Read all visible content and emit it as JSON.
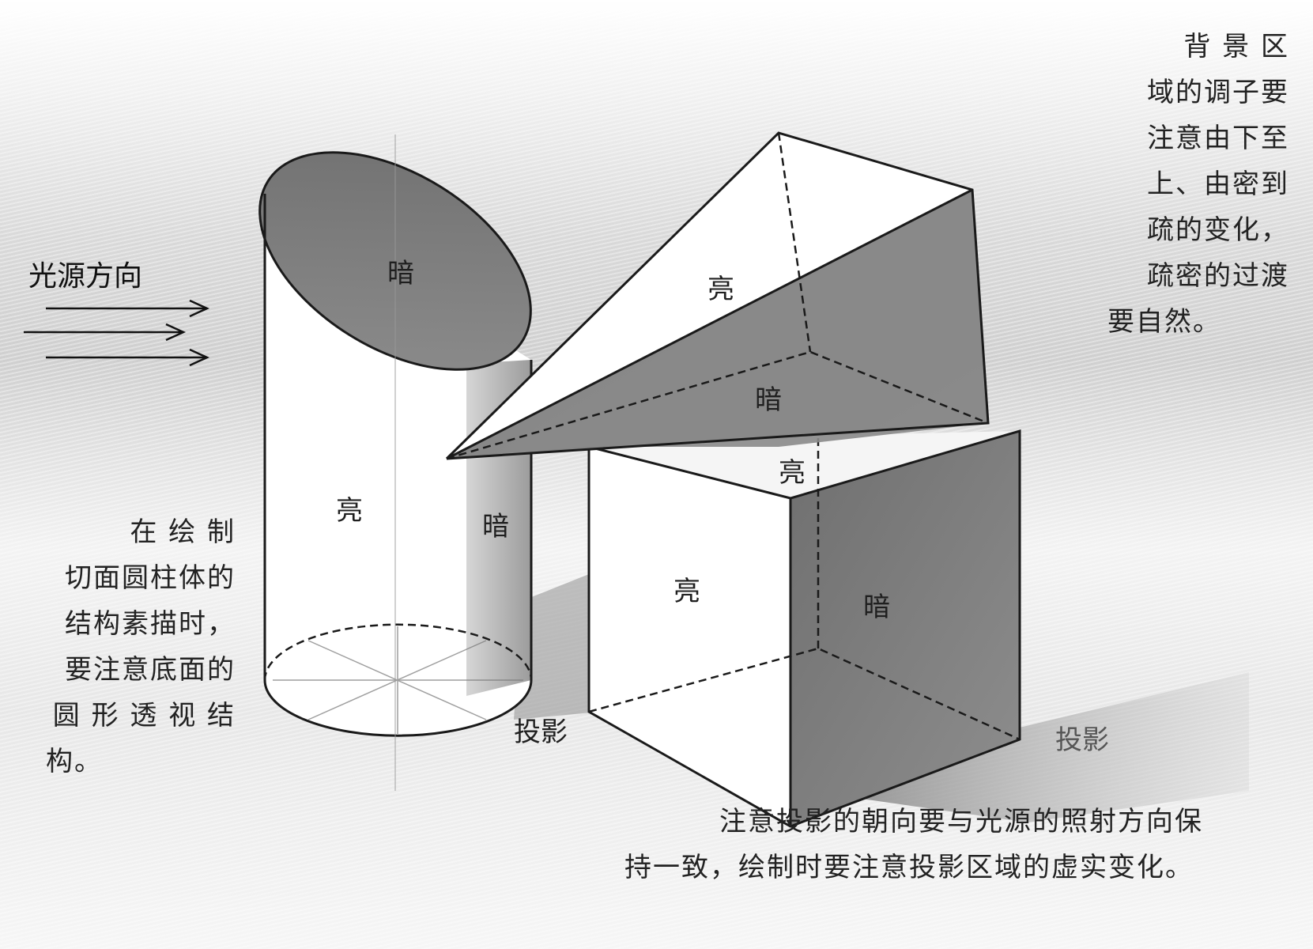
{
  "light_source": {
    "title": "光源方向",
    "arrow_count": 3
  },
  "face_labels": {
    "cylinder_top": "暗",
    "cylinder_front": "亮",
    "cylinder_side": "暗",
    "prism_top": "亮",
    "prism_underside": "暗",
    "cube_top": "亮",
    "cube_front": "亮",
    "cube_side": "暗"
  },
  "shadow_labels": {
    "cylinder_shadow": "投影",
    "cube_shadow": "投影"
  },
  "notes": {
    "background": {
      "lines": [
        "背 景 区",
        "域的调子要",
        "注意由下至",
        "上、由密到",
        "疏的变化，",
        "疏密的过渡",
        "要自然。"
      ]
    },
    "cylinder": {
      "lines": [
        "在 绘 制",
        "切面圆柱体的",
        "结构素描时，",
        "要注意底面的",
        "圆 形 透 视 结",
        "构。"
      ]
    },
    "shadow": {
      "lines": [
        "注意投影的朝向要与光源的照射方向保",
        "持一致，绘制时要注意投影区域的虚实变化。"
      ]
    }
  },
  "colors": {
    "line": "#1a1a1a",
    "dark_face": "#7a7a7a",
    "mid_face": "#9a9a9a",
    "light_face": "#ffffff",
    "shadow": "#8c8c8c"
  }
}
